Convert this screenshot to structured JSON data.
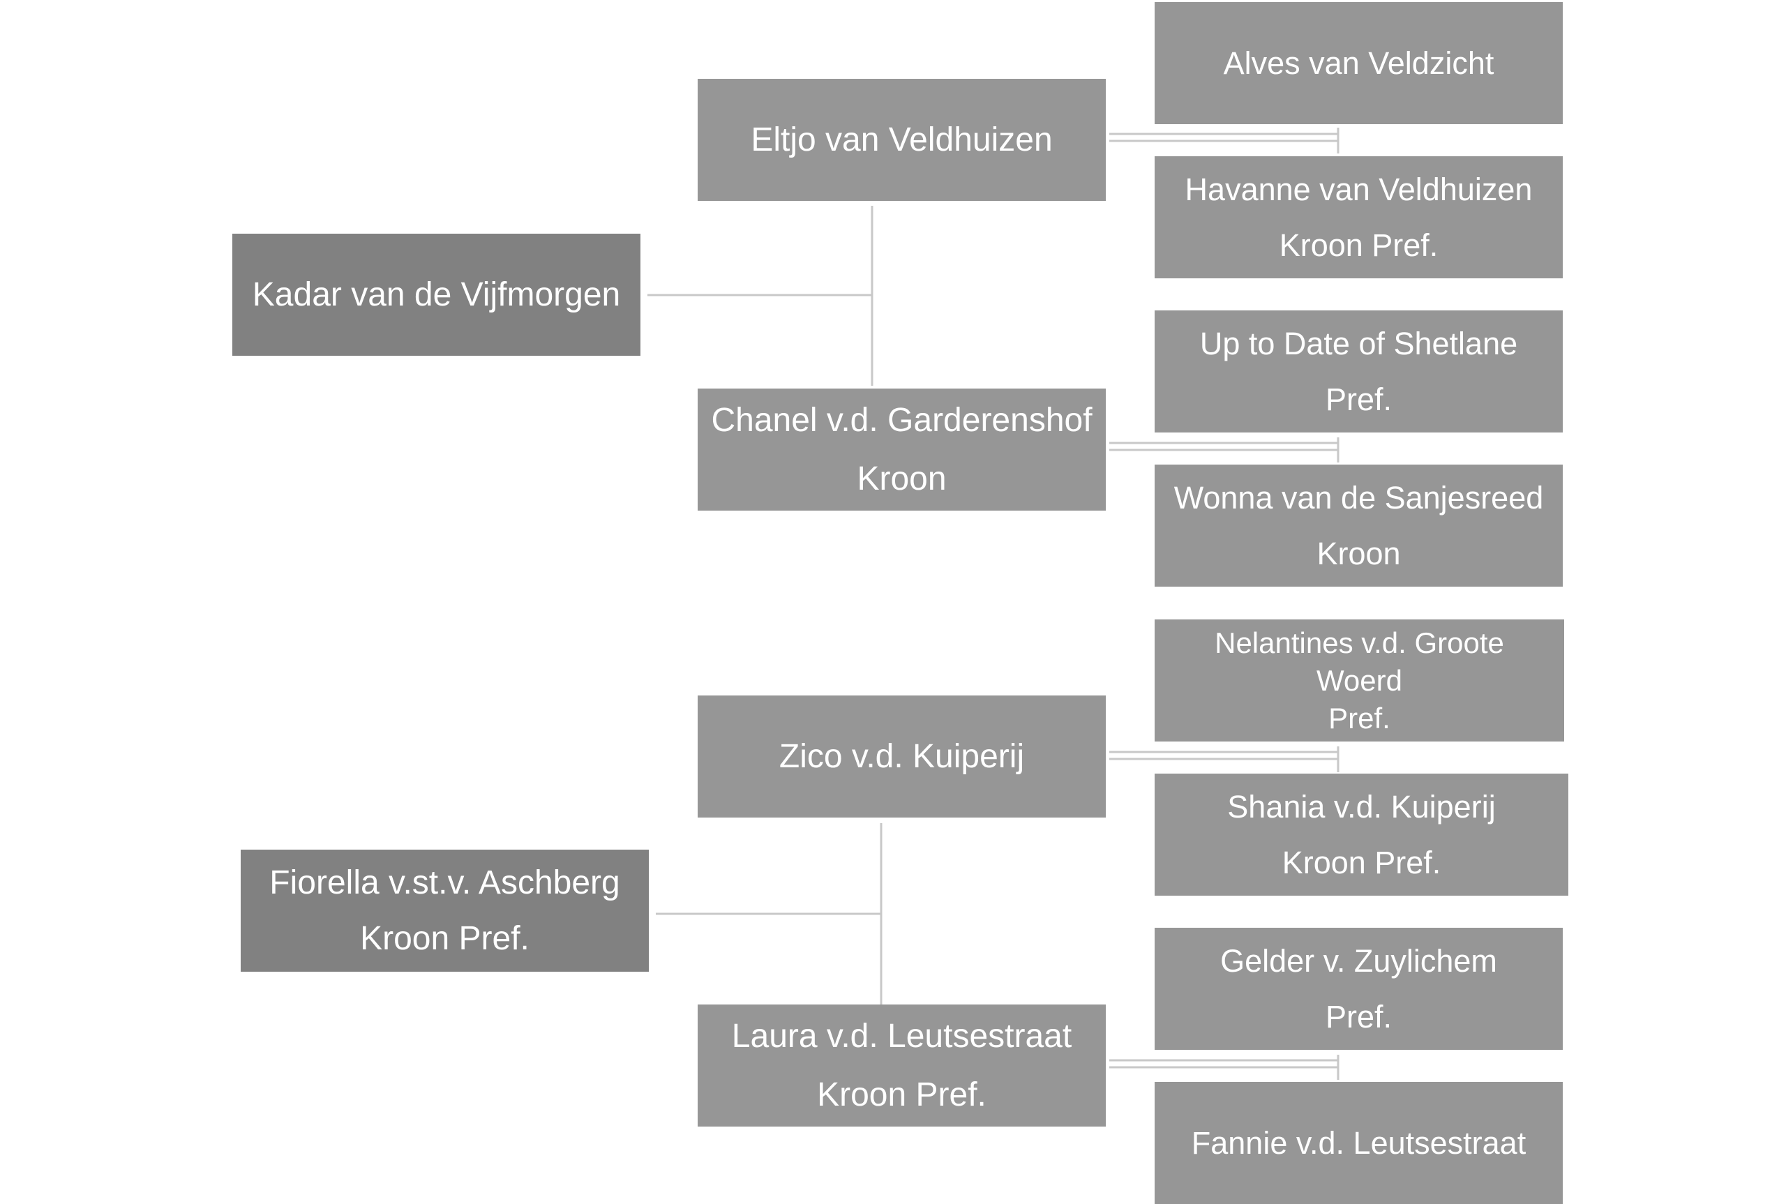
{
  "pedigree": {
    "subjects": [
      {
        "name": "Kadar van de Vijfmorgen",
        "designation": "",
        "sire": {
          "name": "Eltjo van Veldhuizen",
          "designation": "",
          "sire": {
            "name": "Alves van Veldzicht",
            "designation": ""
          },
          "dam": {
            "name": "Havanne van Veldhuizen",
            "designation": "Kroon Pref."
          }
        },
        "dam": {
          "name": "Chanel v.d. Garderenshof",
          "designation": "Kroon",
          "sire": {
            "name": "Up to Date of Shetlane",
            "designation": "Pref."
          },
          "dam": {
            "name": "Wonna van de Sanjesreed",
            "designation": "Kroon"
          }
        }
      },
      {
        "name": "Fiorella v.st.v. Aschberg",
        "designation": "Kroon Pref.",
        "sire": {
          "name": "Zico v.d. Kuiperij",
          "designation": "",
          "sire": {
            "name": "Nelantines v.d. Groote",
            "name2": "Woerd",
            "designation": "Pref."
          },
          "dam": {
            "name": "Shania v.d. Kuiperij",
            "designation": "Kroon Pref."
          }
        },
        "dam": {
          "name": "Laura v.d. Leutsestraat",
          "designation": "Kroon Pref.",
          "sire": {
            "name": "Gelder v. Zuylichem",
            "designation": "Pref."
          },
          "dam": {
            "name": "Fannie v.d. Leutsestraat",
            "designation": ""
          }
        }
      }
    ]
  },
  "colors": {
    "subject_box": "#818181",
    "parent_box": "#969696",
    "connector": "#c8c8c8",
    "text": "#ffffff"
  }
}
